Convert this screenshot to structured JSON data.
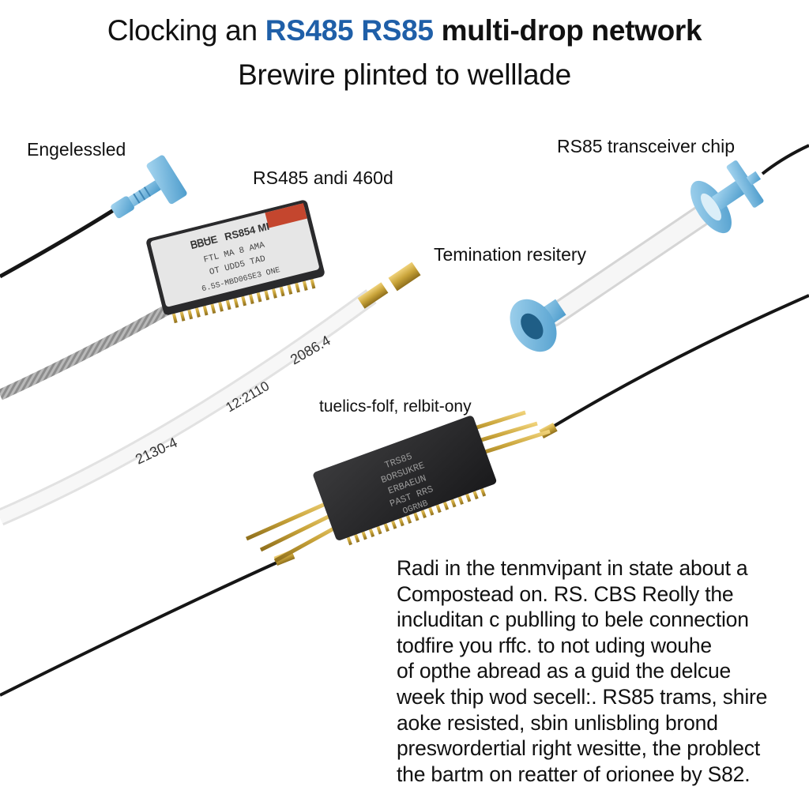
{
  "title": {
    "line1_prefix": "Clocking an ",
    "line1_highlight": "RS485 RS85",
    "line1_suffix": " multi-drop network",
    "line2": "Brewire plinted to welllade"
  },
  "labels": {
    "top_left": "Engelessled",
    "center_upper": "RS485  andi 460d",
    "top_right": "RS85 transceiver chip",
    "right_middle": "Temination resitery",
    "center_lower": "tuelics-folf, relbit-ony"
  },
  "cable_markings": {
    "upper": "2086.4",
    "middle": "12:2110",
    "lower": "2130-4"
  },
  "chip_upper_text": [
    "ᏴᏴᏌE",
    "RS854 MI",
    "FTL MA 8 AMA",
    "OT UDD5 TAD",
    "6.5S-MBD06SE3 ONE"
  ],
  "chip_lower_text": [
    "TRS85",
    "BORSUKRE",
    "ERBAEUN",
    "PAST RRS",
    "OGRNB"
  ],
  "paragraph": [
    "Radi in the tenmvipant in state about a",
    "Compostead on. RS. CBS Reolly the",
    "includitan c publling to bele  connection",
    "todfire you rffc. to not uding wouhe",
    "of opthe abread as a guid the delcue",
    "week thip wod secell:. RS85 trams, shire",
    "aoke resisted, sbin unlisbling brond",
    "preswordertial right wesitte, the problect",
    "the bartm on reatter of orionee by S82."
  ],
  "colors": {
    "connector_blue": "#6fb6de",
    "chip_black": "#1c1c1e",
    "gold_pin": "#c9a43a",
    "cable_white": "#f1f1f1"
  }
}
